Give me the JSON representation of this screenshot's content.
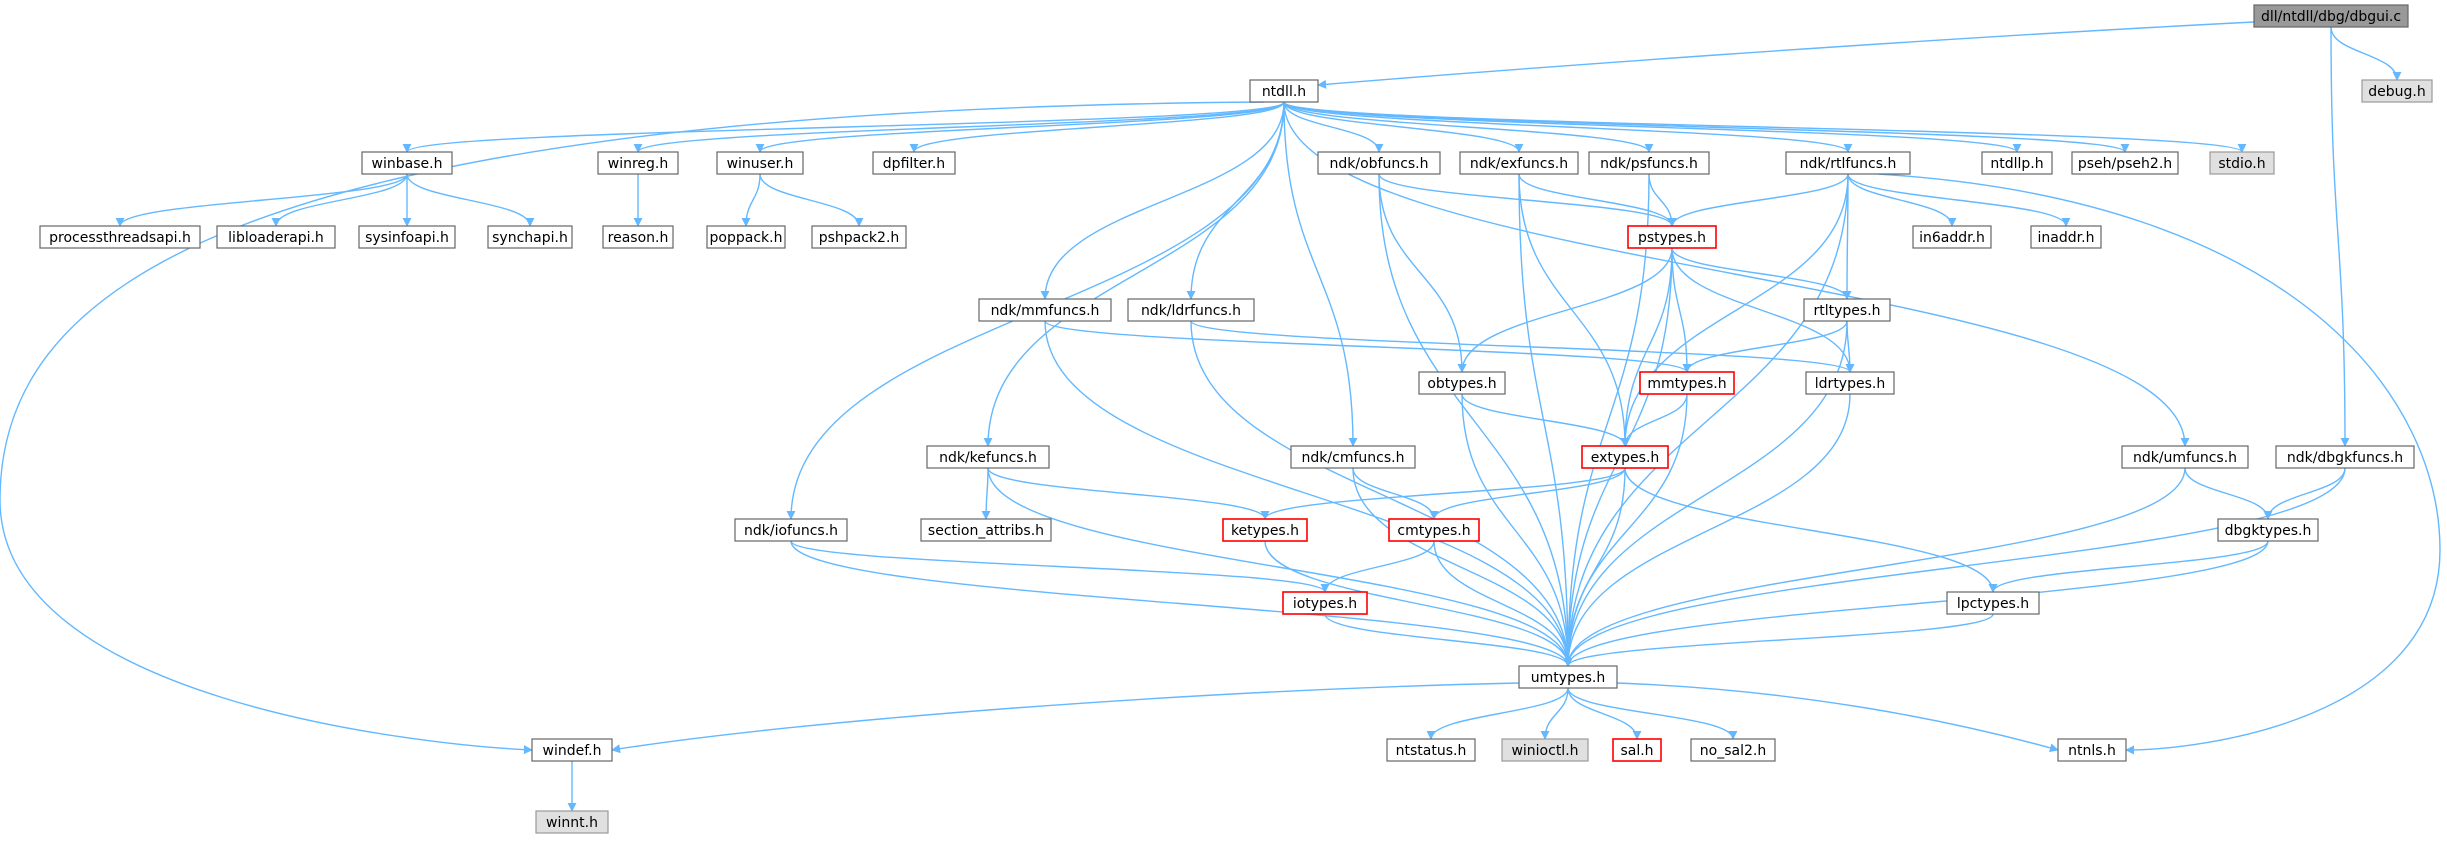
{
  "graph": {
    "nodes": [
      {
        "id": "dbgui",
        "label": "dll/ntdll/dbg/dbgui.c",
        "style": "root"
      },
      {
        "id": "ntdll",
        "label": "ntdll.h",
        "style": "normal"
      },
      {
        "id": "debug",
        "label": "debug.h",
        "style": "gray"
      },
      {
        "id": "winbase",
        "label": "winbase.h",
        "style": "normal"
      },
      {
        "id": "winreg",
        "label": "winreg.h",
        "style": "normal"
      },
      {
        "id": "winuser",
        "label": "winuser.h",
        "style": "normal"
      },
      {
        "id": "dpfilter",
        "label": "dpfilter.h",
        "style": "normal"
      },
      {
        "id": "obfuncs",
        "label": "ndk/obfuncs.h",
        "style": "normal"
      },
      {
        "id": "exfuncs",
        "label": "ndk/exfuncs.h",
        "style": "normal"
      },
      {
        "id": "psfuncs",
        "label": "ndk/psfuncs.h",
        "style": "normal"
      },
      {
        "id": "rtlfuncs",
        "label": "ndk/rtlfuncs.h",
        "style": "normal"
      },
      {
        "id": "ntdllp",
        "label": "ntdllp.h",
        "style": "normal"
      },
      {
        "id": "pseh2",
        "label": "pseh/pseh2.h",
        "style": "normal"
      },
      {
        "id": "stdio",
        "label": "stdio.h",
        "style": "gray"
      },
      {
        "id": "processthreadsapi",
        "label": "processthreadsapi.h",
        "style": "normal"
      },
      {
        "id": "libloaderapi",
        "label": "libloaderapi.h",
        "style": "normal"
      },
      {
        "id": "sysinfoapi",
        "label": "sysinfoapi.h",
        "style": "normal"
      },
      {
        "id": "synchapi",
        "label": "synchapi.h",
        "style": "normal"
      },
      {
        "id": "reason",
        "label": "reason.h",
        "style": "normal"
      },
      {
        "id": "poppack",
        "label": "poppack.h",
        "style": "normal"
      },
      {
        "id": "pshpack2",
        "label": "pshpack2.h",
        "style": "normal"
      },
      {
        "id": "pstypes",
        "label": "pstypes.h",
        "style": "red"
      },
      {
        "id": "in6addr",
        "label": "in6addr.h",
        "style": "normal"
      },
      {
        "id": "inaddr",
        "label": "inaddr.h",
        "style": "normal"
      },
      {
        "id": "mmfuncs",
        "label": "ndk/mmfuncs.h",
        "style": "normal"
      },
      {
        "id": "ldrfuncs",
        "label": "ndk/ldrfuncs.h",
        "style": "normal"
      },
      {
        "id": "rtltypes",
        "label": "rtltypes.h",
        "style": "normal"
      },
      {
        "id": "obtypes",
        "label": "obtypes.h",
        "style": "normal"
      },
      {
        "id": "mmtypes",
        "label": "mmtypes.h",
        "style": "red"
      },
      {
        "id": "ldrtypes",
        "label": "ldrtypes.h",
        "style": "normal"
      },
      {
        "id": "kefuncs",
        "label": "ndk/kefuncs.h",
        "style": "normal"
      },
      {
        "id": "cmfuncs",
        "label": "ndk/cmfuncs.h",
        "style": "normal"
      },
      {
        "id": "extypes",
        "label": "extypes.h",
        "style": "red"
      },
      {
        "id": "umfuncs",
        "label": "ndk/umfuncs.h",
        "style": "normal"
      },
      {
        "id": "dbgkfuncs",
        "label": "ndk/dbgkfuncs.h",
        "style": "normal"
      },
      {
        "id": "iofuncs",
        "label": "ndk/iofuncs.h",
        "style": "normal"
      },
      {
        "id": "section_attribs",
        "label": "section_attribs.h",
        "style": "normal"
      },
      {
        "id": "ketypes",
        "label": "ketypes.h",
        "style": "red"
      },
      {
        "id": "cmtypes",
        "label": "cmtypes.h",
        "style": "red"
      },
      {
        "id": "dbgktypes",
        "label": "dbgktypes.h",
        "style": "normal"
      },
      {
        "id": "iotypes",
        "label": "iotypes.h",
        "style": "red"
      },
      {
        "id": "lpctypes",
        "label": "lpctypes.h",
        "style": "normal"
      },
      {
        "id": "umtypes",
        "label": "umtypes.h",
        "style": "normal"
      },
      {
        "id": "windef",
        "label": "windef.h",
        "style": "normal"
      },
      {
        "id": "ntstatus",
        "label": "ntstatus.h",
        "style": "normal"
      },
      {
        "id": "winioctl",
        "label": "winioctl.h",
        "style": "gray"
      },
      {
        "id": "sal",
        "label": "sal.h",
        "style": "red"
      },
      {
        "id": "no_sal2",
        "label": "no_sal2.h",
        "style": "normal"
      },
      {
        "id": "ntnls",
        "label": "ntnls.h",
        "style": "normal"
      },
      {
        "id": "winnt",
        "label": "winnt.h",
        "style": "gray"
      }
    ],
    "edges": [
      [
        "dbgui",
        "ntdll"
      ],
      [
        "dbgui",
        "debug"
      ],
      [
        "dbgui",
        "dbgkfuncs"
      ],
      [
        "ntdll",
        "winbase"
      ],
      [
        "ntdll",
        "winreg"
      ],
      [
        "ntdll",
        "winuser"
      ],
      [
        "ntdll",
        "dpfilter"
      ],
      [
        "ntdll",
        "obfuncs"
      ],
      [
        "ntdll",
        "exfuncs"
      ],
      [
        "ntdll",
        "psfuncs"
      ],
      [
        "ntdll",
        "rtlfuncs"
      ],
      [
        "ntdll",
        "ntdllp"
      ],
      [
        "ntdll",
        "pseh2"
      ],
      [
        "ntdll",
        "stdio"
      ],
      [
        "ntdll",
        "windef"
      ],
      [
        "ntdll",
        "iofuncs"
      ],
      [
        "ntdll",
        "kefuncs"
      ],
      [
        "ntdll",
        "mmfuncs"
      ],
      [
        "ntdll",
        "ldrfuncs"
      ],
      [
        "ntdll",
        "cmfuncs"
      ],
      [
        "ntdll",
        "umfuncs"
      ],
      [
        "winbase",
        "processthreadsapi"
      ],
      [
        "winbase",
        "libloaderapi"
      ],
      [
        "winbase",
        "sysinfoapi"
      ],
      [
        "winbase",
        "synchapi"
      ],
      [
        "winreg",
        "reason"
      ],
      [
        "winuser",
        "poppack"
      ],
      [
        "winuser",
        "pshpack2"
      ],
      [
        "obfuncs",
        "pstypes"
      ],
      [
        "obfuncs",
        "obtypes"
      ],
      [
        "obfuncs",
        "umtypes"
      ],
      [
        "exfuncs",
        "pstypes"
      ],
      [
        "exfuncs",
        "extypes"
      ],
      [
        "exfuncs",
        "umtypes"
      ],
      [
        "psfuncs",
        "pstypes"
      ],
      [
        "psfuncs",
        "umtypes"
      ],
      [
        "rtlfuncs",
        "pstypes"
      ],
      [
        "rtlfuncs",
        "in6addr"
      ],
      [
        "rtlfuncs",
        "inaddr"
      ],
      [
        "rtlfuncs",
        "rtltypes"
      ],
      [
        "rtlfuncs",
        "extypes"
      ],
      [
        "rtlfuncs",
        "umtypes"
      ],
      [
        "rtlfuncs",
        "ntnls"
      ],
      [
        "pstypes",
        "rtltypes"
      ],
      [
        "pstypes",
        "obtypes"
      ],
      [
        "pstypes",
        "mmtypes"
      ],
      [
        "pstypes",
        "ldrtypes"
      ],
      [
        "pstypes",
        "extypes"
      ],
      [
        "pstypes",
        "umtypes"
      ],
      [
        "rtltypes",
        "mmtypes"
      ],
      [
        "rtltypes",
        "ldrtypes"
      ],
      [
        "rtltypes",
        "umtypes"
      ],
      [
        "mmfuncs",
        "mmtypes"
      ],
      [
        "mmfuncs",
        "umtypes"
      ],
      [
        "ldrfuncs",
        "ldrtypes"
      ],
      [
        "ldrfuncs",
        "umtypes"
      ],
      [
        "obtypes",
        "extypes"
      ],
      [
        "obtypes",
        "umtypes"
      ],
      [
        "mmtypes",
        "extypes"
      ],
      [
        "mmtypes",
        "umtypes"
      ],
      [
        "ldrtypes",
        "umtypes"
      ],
      [
        "extypes",
        "ketypes"
      ],
      [
        "extypes",
        "cmtypes"
      ],
      [
        "extypes",
        "lpctypes"
      ],
      [
        "extypes",
        "umtypes"
      ],
      [
        "kefuncs",
        "section_attribs"
      ],
      [
        "kefuncs",
        "ketypes"
      ],
      [
        "kefuncs",
        "umtypes"
      ],
      [
        "cmfuncs",
        "cmtypes"
      ],
      [
        "cmfuncs",
        "umtypes"
      ],
      [
        "umfuncs",
        "dbgktypes"
      ],
      [
        "umfuncs",
        "umtypes"
      ],
      [
        "dbgkfuncs",
        "dbgktypes"
      ],
      [
        "dbgkfuncs",
        "umtypes"
      ],
      [
        "dbgktypes",
        "lpctypes"
      ],
      [
        "dbgktypes",
        "umtypes"
      ],
      [
        "iofuncs",
        "iotypes"
      ],
      [
        "iofuncs",
        "umtypes"
      ],
      [
        "ketypes",
        "umtypes"
      ],
      [
        "cmtypes",
        "iotypes"
      ],
      [
        "cmtypes",
        "umtypes"
      ],
      [
        "iotypes",
        "umtypes"
      ],
      [
        "lpctypes",
        "umtypes"
      ],
      [
        "umtypes",
        "windef"
      ],
      [
        "umtypes",
        "ntstatus"
      ],
      [
        "umtypes",
        "winioctl"
      ],
      [
        "umtypes",
        "sal"
      ],
      [
        "umtypes",
        "no_sal2"
      ],
      [
        "umtypes",
        "ntnls"
      ],
      [
        "windef",
        "winnt"
      ]
    ]
  },
  "colors": {
    "edge": "#63b8ff",
    "node_border": "#666666",
    "node_fill": "#ffffff",
    "root_fill": "#999999",
    "gray_fill": "#e0e0e0",
    "gray_border": "#999999",
    "red_border": "#ff0000"
  }
}
